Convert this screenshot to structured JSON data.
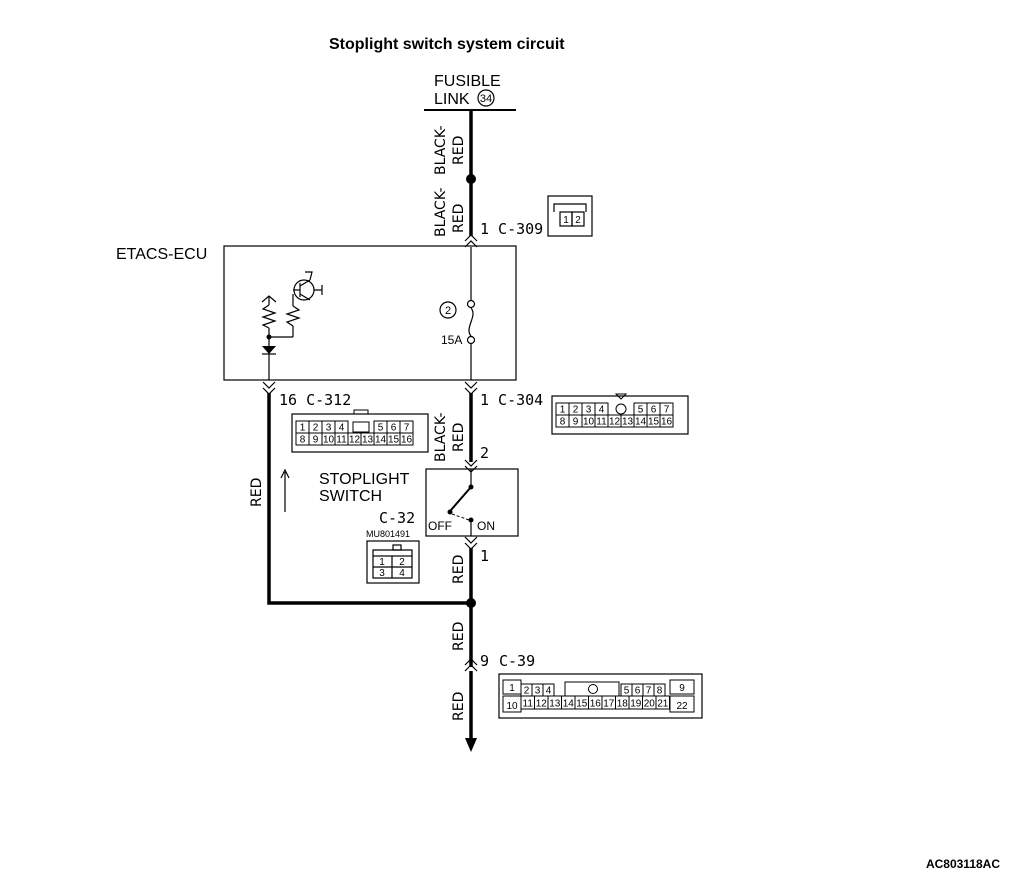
{
  "title": "Stoplight switch  system circuit",
  "figure_code": "AC803118AC",
  "fusible_link": {
    "line1": "FUSIBLE",
    "line2": "LINK",
    "number": "34"
  },
  "wires": {
    "top_upper": [
      "BLACK-",
      "RED"
    ],
    "top_lower": [
      "BLACK-",
      "RED"
    ],
    "mid": [
      "BLACK-",
      "RED"
    ],
    "switch_out": "RED",
    "return": "RED",
    "lower1": "RED",
    "lower2": "RED"
  },
  "connectors": {
    "c309": {
      "label": "1  C-309",
      "pins": [
        "1",
        "2"
      ]
    },
    "c304": {
      "label": "1  C-304",
      "pins_top": [
        "1",
        "2",
        "3",
        "4",
        "5",
        "6",
        "7"
      ],
      "pins_bottom": [
        "8",
        "9",
        "10",
        "11",
        "12",
        "13",
        "14",
        "15",
        "16"
      ]
    },
    "c312": {
      "label": "16  C-312",
      "pins_top": [
        "1",
        "2",
        "3",
        "4",
        "5",
        "6",
        "7"
      ],
      "pins_bottom": [
        "8",
        "9",
        "10",
        "11",
        "12",
        "13",
        "14",
        "15",
        "16"
      ]
    },
    "c32": {
      "label": "C-32",
      "part": "MU801491",
      "pins": [
        "1",
        "2",
        "3",
        "4"
      ]
    },
    "c39": {
      "label": "C-39",
      "pin_number": "9",
      "pins_top": [
        "1",
        "2",
        "3",
        "4",
        "5",
        "6",
        "7",
        "8",
        "9"
      ],
      "pins_bottom": [
        "10",
        "11",
        "12",
        "13",
        "14",
        "15",
        "16",
        "17",
        "18",
        "19",
        "20",
        "21",
        "22"
      ]
    }
  },
  "ecu": {
    "name": "ETACS-ECU",
    "fuse_number": "2",
    "fuse_rating": "15A"
  },
  "switch": {
    "line1": "STOPLIGHT",
    "line2": "SWITCH",
    "pin_top": "2",
    "pin_bottom": "1",
    "off": "OFF",
    "on": "ON"
  }
}
